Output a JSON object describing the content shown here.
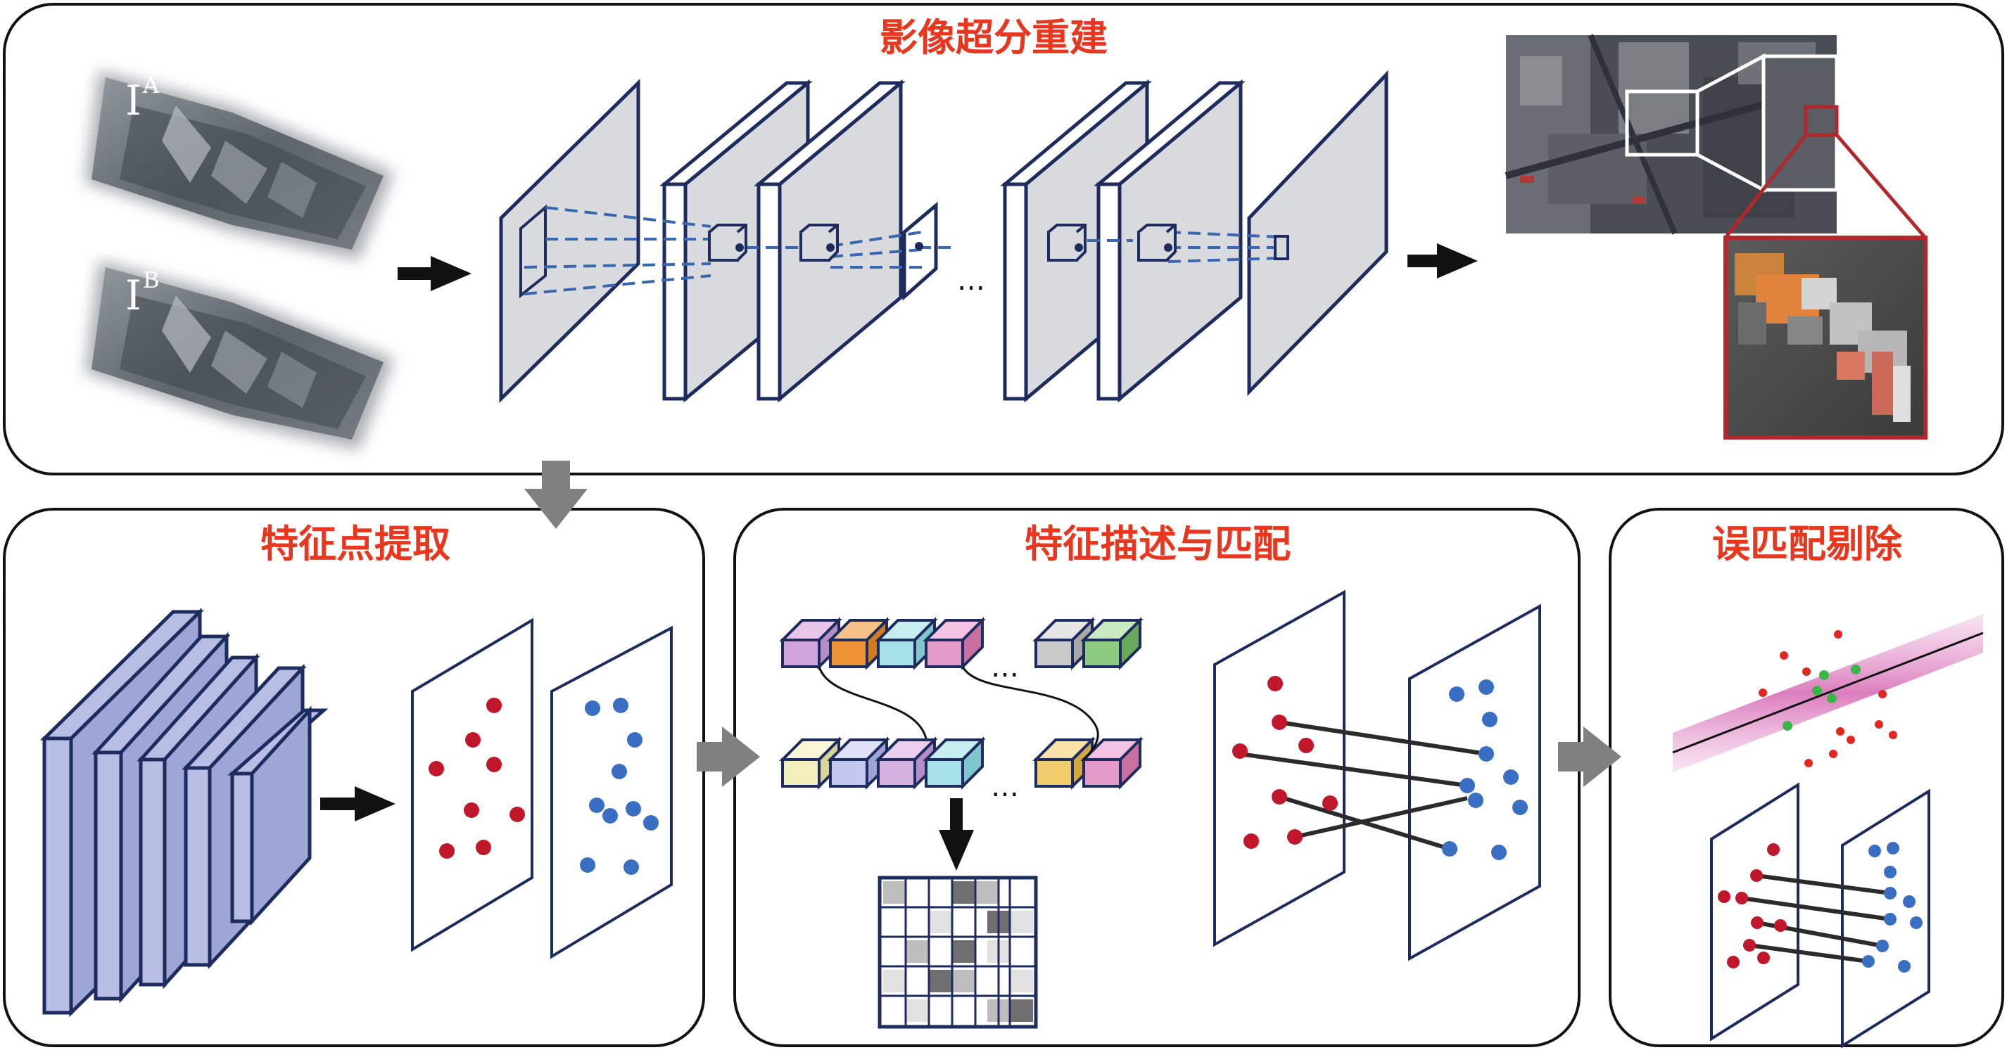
{
  "panels": {
    "sr": {
      "title": "影像超分重建"
    },
    "extract": {
      "title": "特征点提取"
    },
    "describe": {
      "title": "特征描述与匹配"
    },
    "reject": {
      "title": "误匹配剔除"
    }
  },
  "inputs": {
    "image_a": {
      "letter": "I",
      "sup": "A"
    },
    "image_b": {
      "letter": "I",
      "sup": "B"
    }
  },
  "ellipsis": "…",
  "colors": {
    "title_red": "#e8371e",
    "frame_navy": "#1d2b5e",
    "plane_gray": "#d9dadd",
    "dashed_blue": "#3a67b0",
    "stack_purple": "#9ea6d6",
    "point_red": "#c0182a",
    "point_blue": "#3a6ec2",
    "point_green": "#3bb54a",
    "band_pink": "#e39ccc",
    "flow_gray": "#808080",
    "zoom_red": "#b2262c"
  },
  "icons": [
    "right-arrow-icon",
    "down-arrow-icon",
    "gray-flow-arrow-icon"
  ]
}
